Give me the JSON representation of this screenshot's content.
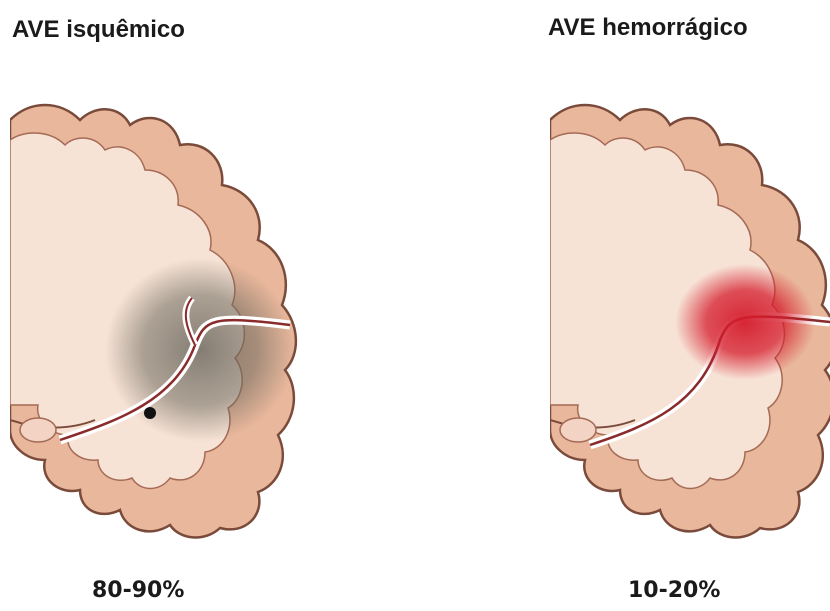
{
  "panels": [
    {
      "title": "AVE isquêmico",
      "percentage": "80-90%",
      "overlay": "ischemic-shadow",
      "overlay_color": "#6e6a5e"
    },
    {
      "title": "AVE hemorrágico",
      "percentage": "10-20%",
      "overlay": "hemorrhage-spot",
      "overlay_color": "#d51c2c"
    }
  ],
  "colors": {
    "cortex": "#e9b79c",
    "cortex_outline": "#7a4a3a",
    "white_matter": "#f7e3d6",
    "vessel": "#8a2a2a"
  }
}
